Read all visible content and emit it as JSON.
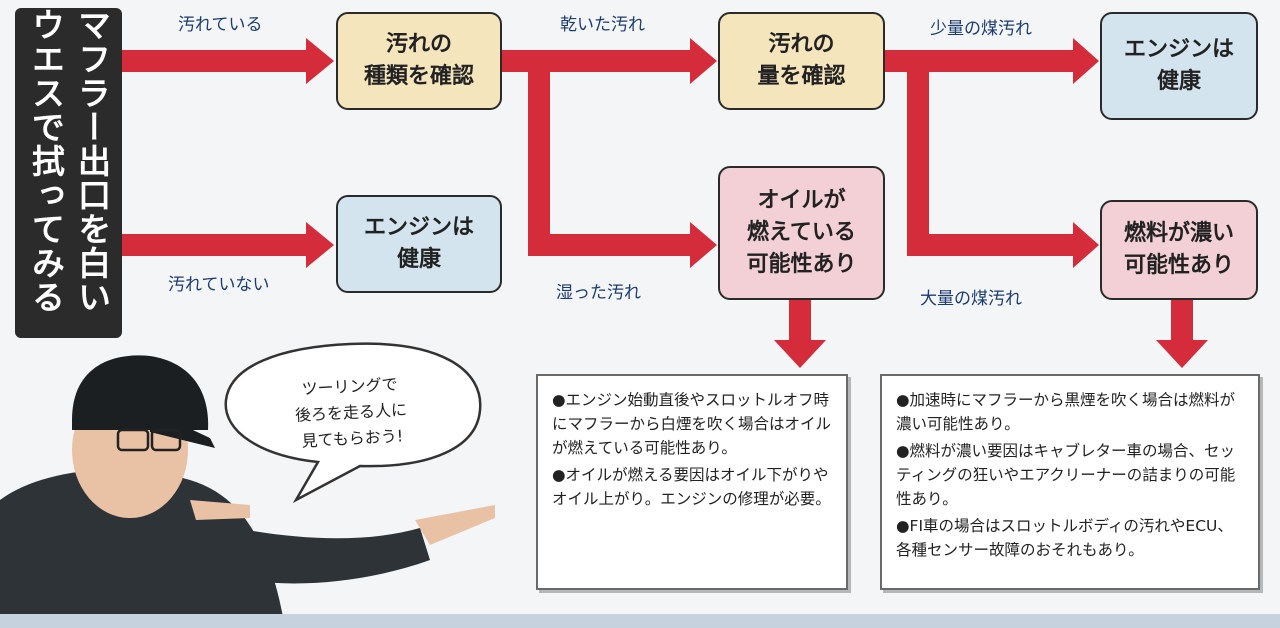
{
  "title": "マフラー出口を白いウエスで拭ってみる",
  "boxes": {
    "check_type": "汚れの\n種類を確認",
    "engine_ok_1": "エンジンは\n健康",
    "check_amount": "汚れの\n量を確認",
    "oil_burning": "オイルが\n燃えている\n可能性あり",
    "engine_ok_2": "エンジンは\n健康",
    "rich_fuel": "燃料が濃い\n可能性あり"
  },
  "edge_labels": {
    "dirty": "汚れている",
    "not_dirty": "汚れていない",
    "dry": "乾いた汚れ",
    "wet": "湿った汚れ",
    "little_soot": "少量の煤汚れ",
    "much_soot": "大量の煤汚れ"
  },
  "notes": {
    "oil": [
      "●エンジン始動直後やスロットルオフ時にマフラーから白煙を吹く場合はオイルが燃えている可能性あり。",
      "●オイルが燃える要因はオイル下がりやオイル上がり。エンジンの修理が必要。"
    ],
    "fuel": [
      "●加速時にマフラーから黒煙を吹く場合は燃料が濃い可能性あり。",
      "●燃料が濃い要因はキャブレター車の場合、セッティングの狂いやエアクリーナーの詰まりの可能性あり。",
      "●FI車の場合はスロットルボディの汚れやECU、各種センサー故障のおそれもあり。"
    ]
  },
  "speech": "ツーリングで\n後ろを走る人に\n見てもらおう!",
  "colors": {
    "arrow": "#d42c3a",
    "title_bg": "#2b2b2b",
    "box_tan": "#f5e5bd",
    "box_blue": "#d3e4ef",
    "box_pink": "#f2d0d6",
    "label_text": "#1d3c6e"
  }
}
